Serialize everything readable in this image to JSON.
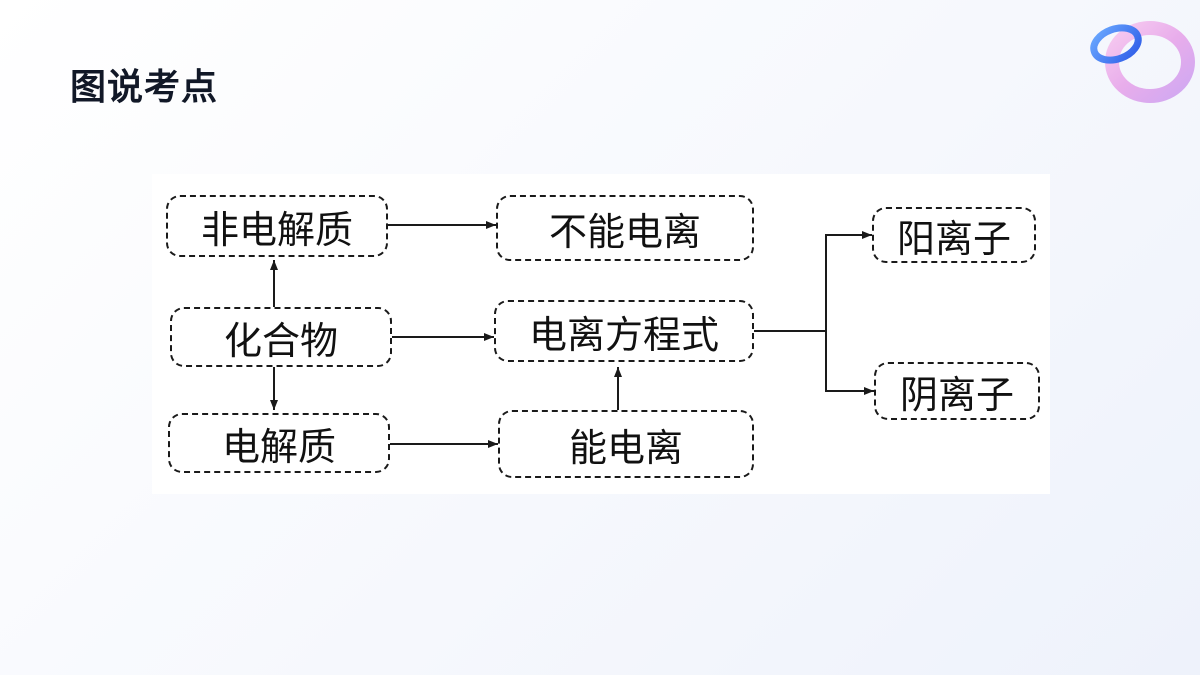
{
  "slide": {
    "title": "图说考点"
  },
  "diagram": {
    "nodes": {
      "non_electrolyte": "非电解质",
      "no_ionize": "不能电离",
      "compound": "化合物",
      "ionization_equation": "电离方程式",
      "electrolyte": "电解质",
      "can_ionize": "能电离",
      "cation": "阳离子",
      "anion": "阴离子"
    }
  },
  "colors": {
    "line": "#1a1a1a",
    "title": "#111827"
  }
}
